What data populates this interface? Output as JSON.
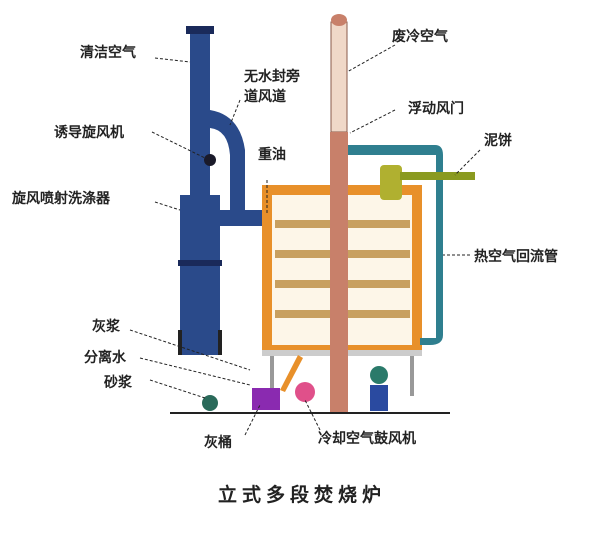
{
  "title": "立式多段焚烧炉",
  "labels": {
    "clean_air": "清洁空气",
    "bypass_line1": "无水封旁",
    "bypass_line2": "道风道",
    "induced_fan": "诱导旋风机",
    "heavy_oil": "重油",
    "cyclone_scrubber": "旋风喷射洗涤器",
    "waste_cooling_air": "废冷空气",
    "floating_damper": "浮动风门",
    "sludge_cake": "泥饼",
    "hot_air_return": "热空气回流管",
    "ash_slurry": "灰浆",
    "separated_water": "分离水",
    "mortar": "砂浆",
    "ash_bin": "灰桶",
    "cooling_air_blower": "冷却空气鼓风机"
  },
  "colors": {
    "scrubber": "#2a4a8a",
    "furnace": "#e8902a",
    "shaft": "#c8806a",
    "return_duct": "#2f7f8f",
    "feeder": "#8a9a20"
  }
}
